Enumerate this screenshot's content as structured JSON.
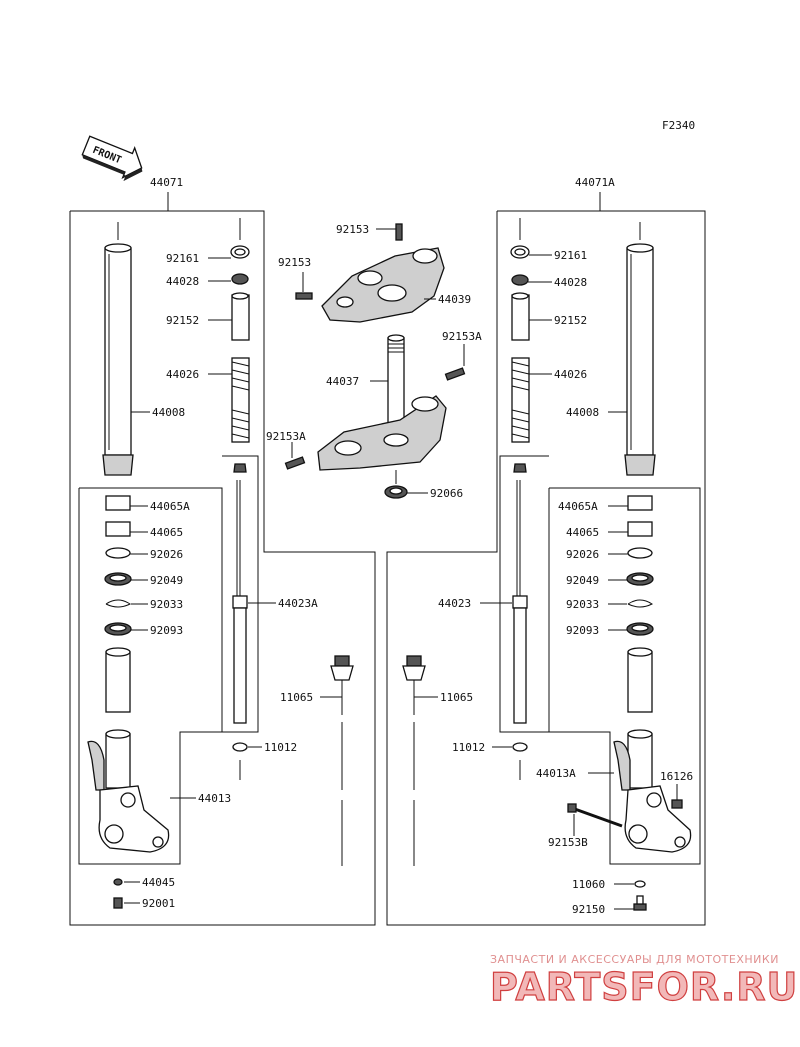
{
  "diagram_code": "F2340",
  "front_label": "FRONT",
  "left_assembly": {
    "label": "44071",
    "parts": [
      "92161",
      "44028",
      "92152",
      "44026",
      "44008",
      "44065A",
      "44065",
      "92026",
      "92049",
      "92033",
      "92093",
      "44023A",
      "11065",
      "11012",
      "44013",
      "44045",
      "92001"
    ]
  },
  "right_assembly": {
    "label": "44071A",
    "parts": [
      "92161",
      "44028",
      "92152",
      "44026",
      "44008",
      "44065A",
      "44065",
      "92026",
      "92049",
      "92033",
      "92093",
      "44023",
      "11065",
      "11012",
      "44013A",
      "16126",
      "92153B",
      "11060",
      "92150"
    ]
  },
  "center_parts": [
    "92153",
    "92153",
    "44039",
    "92153A",
    "44037",
    "92153A",
    "92066"
  ],
  "watermark": {
    "line1": "ЗАПЧАСТИ И АКСЕССУАРЫ ДЛЯ МОТОТЕХНИКИ",
    "line2": "PARTSFOR.RU"
  }
}
